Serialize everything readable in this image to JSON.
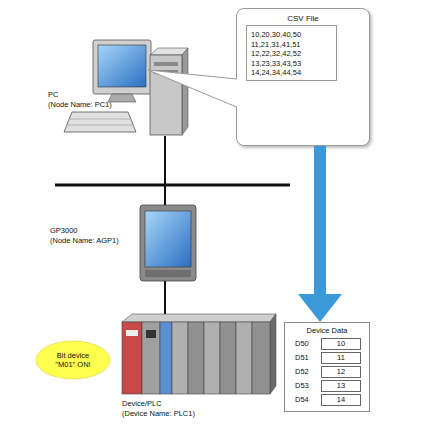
{
  "diagram": {
    "nodes": [
      {
        "text": [
          "CSV File"
        ]
      },
      {
        "text": [
          "10,20,30,40,50",
          "11,21,31,41,51",
          "12,22,32,42,52",
          "13,23,33,43,53",
          "14,24,34,44,54"
        ],
        "in": 0
      },
      {
        "text": [
          "PC",
          "(Node Name: PC1)"
        ]
      },
      {
        "text": [
          "GP3000",
          "(Node Name: AGP1)"
        ]
      },
      {
        "text": [
          "Bit device \"M01\" ON!"
        ]
      },
      {
        "text": [
          "Device/PLC",
          "(Device Name: PLC1)"
        ]
      },
      {
        "text": [
          "Device Data",
          "D50",
          "D51",
          "D52",
          "D53",
          "D54"
        ]
      },
      {
        "text": [
          "10"
        ],
        "in": 6
      },
      {
        "text": [
          "11"
        ],
        "in": 6
      },
      {
        "text": [
          "12"
        ],
        "in": 6
      },
      {
        "text": [
          "13"
        ],
        "in": 6
      },
      {
        "text": [
          "14"
        ],
        "in": 6
      }
    ],
    "edges": [
      {
        "from": 2,
        "to": 3,
        "arrow": "none"
      },
      {
        "from": 3,
        "to": 5,
        "arrow": "none"
      },
      {
        "from": 0,
        "to": 6,
        "arrow": "to"
      }
    ]
  }
}
